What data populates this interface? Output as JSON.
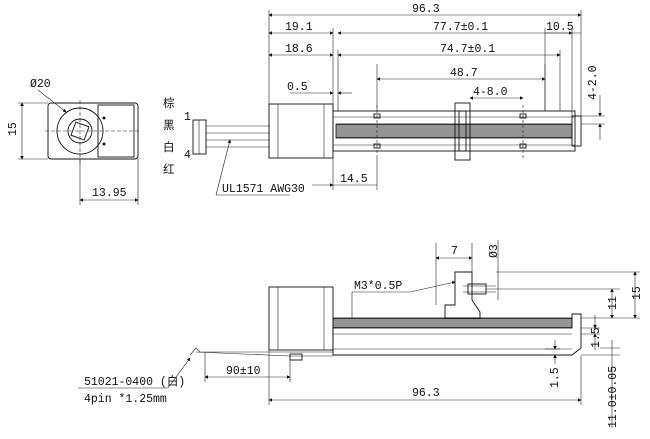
{
  "top_view": {
    "total_length": "96.3",
    "dim_19_1": "19.1",
    "dim_10_5": "10.5",
    "dim_18_6": "18.6",
    "dim_77_7": "77.7±0.1",
    "dim_74_7": "74.7±0.1",
    "dim_0_5": "0.5",
    "dim_48_7": "48.7",
    "dim_4_8": "4-8.0",
    "dim_4_2": "4-2.0",
    "dim_14_5": "14.5",
    "wire_spec": "UL1571 AWG30",
    "pin_1": "1",
    "pin_4": "4",
    "wire_colors": [
      "棕",
      "黑",
      "白",
      "红"
    ]
  },
  "end_view": {
    "diameter": "Ø20",
    "height": "15",
    "width": "13.95"
  },
  "side_view": {
    "dim_7": "7",
    "dim_hole": "Ø3",
    "thread": "M3*0.5P",
    "dim_15": "15",
    "dim_11": "11",
    "dim_1_5_a": "1.5",
    "dim_1_5_b": "1.5",
    "dim_90": "90±10",
    "total_length": "96.3",
    "dim_11_0": "11.0±0.05",
    "connector": "51021-0400 (白)",
    "pin_spec": "4pin *1.25mm"
  }
}
